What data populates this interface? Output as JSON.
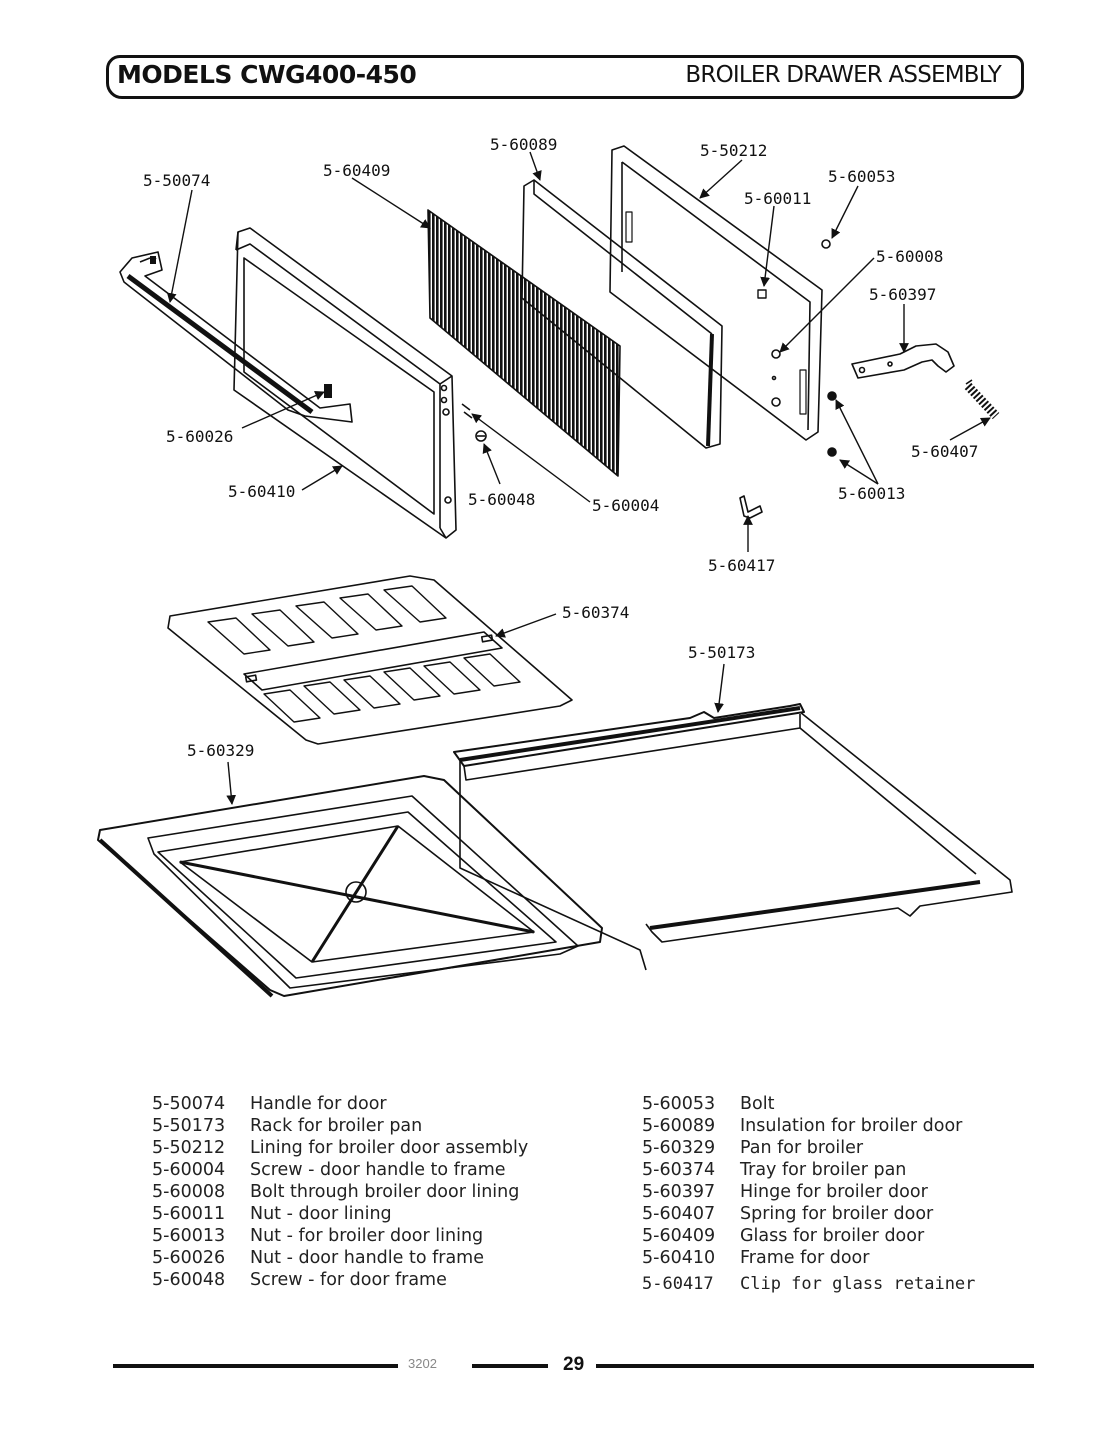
{
  "header": {
    "model": "MODELS CWG400-450",
    "title": "BROILER DRAWER ASSEMBLY"
  },
  "callouts": {
    "c50074": "5-50074",
    "c60409": "5-60409",
    "c60089": "5-60089",
    "c50212": "5-50212",
    "c60053": "5-60053",
    "c60011": "5-60011",
    "c60008": "5-60008",
    "c60397": "5-60397",
    "c60026": "5-60026",
    "c60407": "5-60407",
    "c60410": "5-60410",
    "c60048": "5-60048",
    "c60004": "5-60004",
    "c60013": "5-60013",
    "c60417": "5-60417",
    "c60374": "5-60374",
    "c50173": "5-50173",
    "c60329": "5-60329"
  },
  "parts_left": [
    {
      "pn": "5-50074",
      "desc": "Handle for door"
    },
    {
      "pn": "5-50173",
      "desc": "Rack for broiler pan"
    },
    {
      "pn": "5-50212",
      "desc": "Lining for broiler door assembly"
    },
    {
      "pn": "5-60004",
      "desc": "Screw - door handle to frame"
    },
    {
      "pn": "5-60008",
      "desc": "Bolt through broiler door lining"
    },
    {
      "pn": "5-60011",
      "desc": "Nut - door lining"
    },
    {
      "pn": "5-60013",
      "desc": "Nut - for broiler door lining"
    },
    {
      "pn": "5-60026",
      "desc": "Nut - door handle to frame"
    },
    {
      "pn": "5-60048",
      "desc": "Screw - for door frame"
    }
  ],
  "parts_right": [
    {
      "pn": "5-60053",
      "desc": "Bolt"
    },
    {
      "pn": "5-60089",
      "desc": "Insulation for broiler door"
    },
    {
      "pn": "5-60329",
      "desc": "Pan for broiler"
    },
    {
      "pn": "5-60374",
      "desc": "Tray for broiler pan"
    },
    {
      "pn": "5-60397",
      "desc": "Hinge for broiler door"
    },
    {
      "pn": "5-60407",
      "desc": "Spring for broiler door"
    },
    {
      "pn": "5-60409",
      "desc": "Glass for broiler door"
    },
    {
      "pn": "5-60410",
      "desc": "Frame for door"
    },
    {
      "pn": "5-60417",
      "desc": "Clip for glass retainer"
    }
  ],
  "footer": {
    "code": "3202",
    "page": "29"
  }
}
